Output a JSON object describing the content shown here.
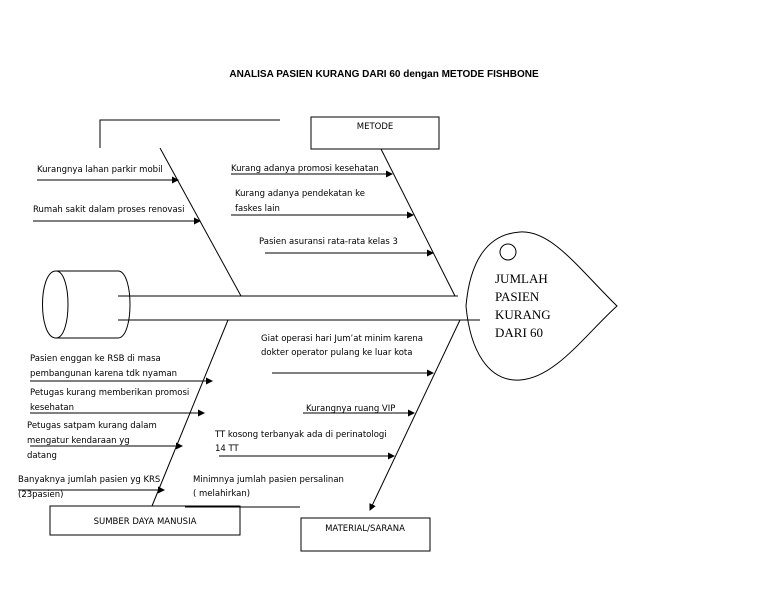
{
  "title": "ANALISA PASIEN KURANG DARI 60 dengan  METODE FISHBONE",
  "head": {
    "lines": [
      "JUMLAH",
      "PASIEN",
      "KURANG",
      "DARI 60"
    ]
  },
  "categories": {
    "top_left": "",
    "metode": "METODE",
    "sdm": "SUMBER DAYA MANUSIA",
    "material": "MATERIAL/SARANA"
  },
  "causes": {
    "top_left": [
      [
        "Kurangnya lahan parkir mobil"
      ],
      [
        "Rumah sakit dalam proses renovasi"
      ]
    ],
    "metode": [
      [
        "Kurang adanya promosi kesehatan"
      ],
      [
        "Kurang adanya pendekatan ke",
        "faskes lain"
      ],
      [
        "Pasien asuransi rata-rata kelas 3"
      ]
    ],
    "sdm": [
      [
        "Pasien enggan ke RSB di masa",
        "pembangunan karena tdk  nyaman"
      ],
      [
        "Petugas kurang memberikan promosi",
        "kesehatan"
      ],
      [
        "Petugas satpam kurang dalam",
        "mengatur kendaraan yg",
        "datang"
      ],
      [
        "Banyaknya jumlah pasien yg KRS",
        "(23pasien)"
      ]
    ],
    "material": [
      [
        "Giat operasi hari Jum’at minim karena",
        "dokter operator pulang ke luar kota"
      ],
      [
        "Kurangnya ruang VIP"
      ],
      [
        "TT kosong terbanyak ada di perinatologi",
        "14 TT"
      ],
      [
        "Minimnya jumlah pasien persalinan",
        "( melahirkan)"
      ]
    ]
  }
}
